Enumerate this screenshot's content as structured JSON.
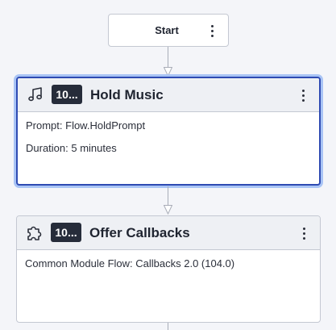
{
  "start_node": {
    "label": "Start"
  },
  "cards": [
    {
      "icon": "music-note-icon",
      "badge": "10...",
      "title": "Hold Music",
      "selected": true,
      "lines": [
        "Prompt: Flow.HoldPrompt",
        "Duration: 5 minutes"
      ]
    },
    {
      "icon": "puzzle-piece-icon",
      "badge": "10...",
      "title": "Offer Callbacks",
      "selected": false,
      "lines": [
        "Common Module Flow: Callbacks 2.0 (104.0)"
      ]
    }
  ],
  "colors": {
    "canvas": "#f4f5f9",
    "selection_border": "#2f4bb3",
    "selection_glow": "#a9c4f5",
    "badge_bg": "#262c3a",
    "connector": "#a9adb8"
  }
}
